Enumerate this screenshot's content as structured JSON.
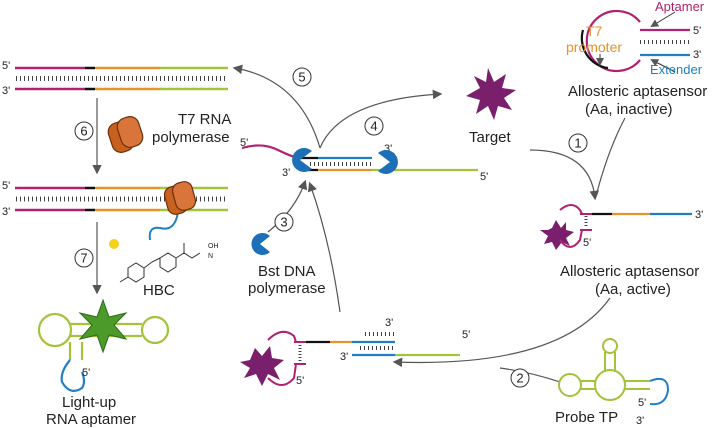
{
  "colors": {
    "magenta": "#b0226f",
    "black_seg": "#111111",
    "orange": "#e8922a",
    "blue": "#1f7fc2",
    "green": "#a4c23a",
    "arrow": "#555555",
    "target": "#7a1f6b",
    "polymerase": "#c8601e",
    "bst": "#1d6fb8",
    "hbc_dot": "#f2d21a",
    "aptamer_star": "#4c9a2a"
  },
  "labels": {
    "aptamer": "Aptamer",
    "t7": "T7",
    "promoter": "promoter",
    "extender": "Extender",
    "aa_inactive_1": "Allosteric aptasensor",
    "aa_inactive_2": "(Aa, inactive)",
    "aa_active_1": "Allosteric aptasensor",
    "aa_active_2": "(Aa, active)",
    "target": "Target",
    "t7_rna_1": "T7 RNA",
    "t7_rna_2": "polymerase",
    "bst_1": "Bst DNA",
    "bst_2": "polymerase",
    "hbc": "HBC",
    "lightup_1": "Light-up",
    "lightup_2": "RNA aptamer",
    "probe": "Probe TP",
    "five": "5'",
    "three": "3'"
  },
  "steps": [
    "1",
    "2",
    "3",
    "4",
    "5",
    "6",
    "7"
  ]
}
